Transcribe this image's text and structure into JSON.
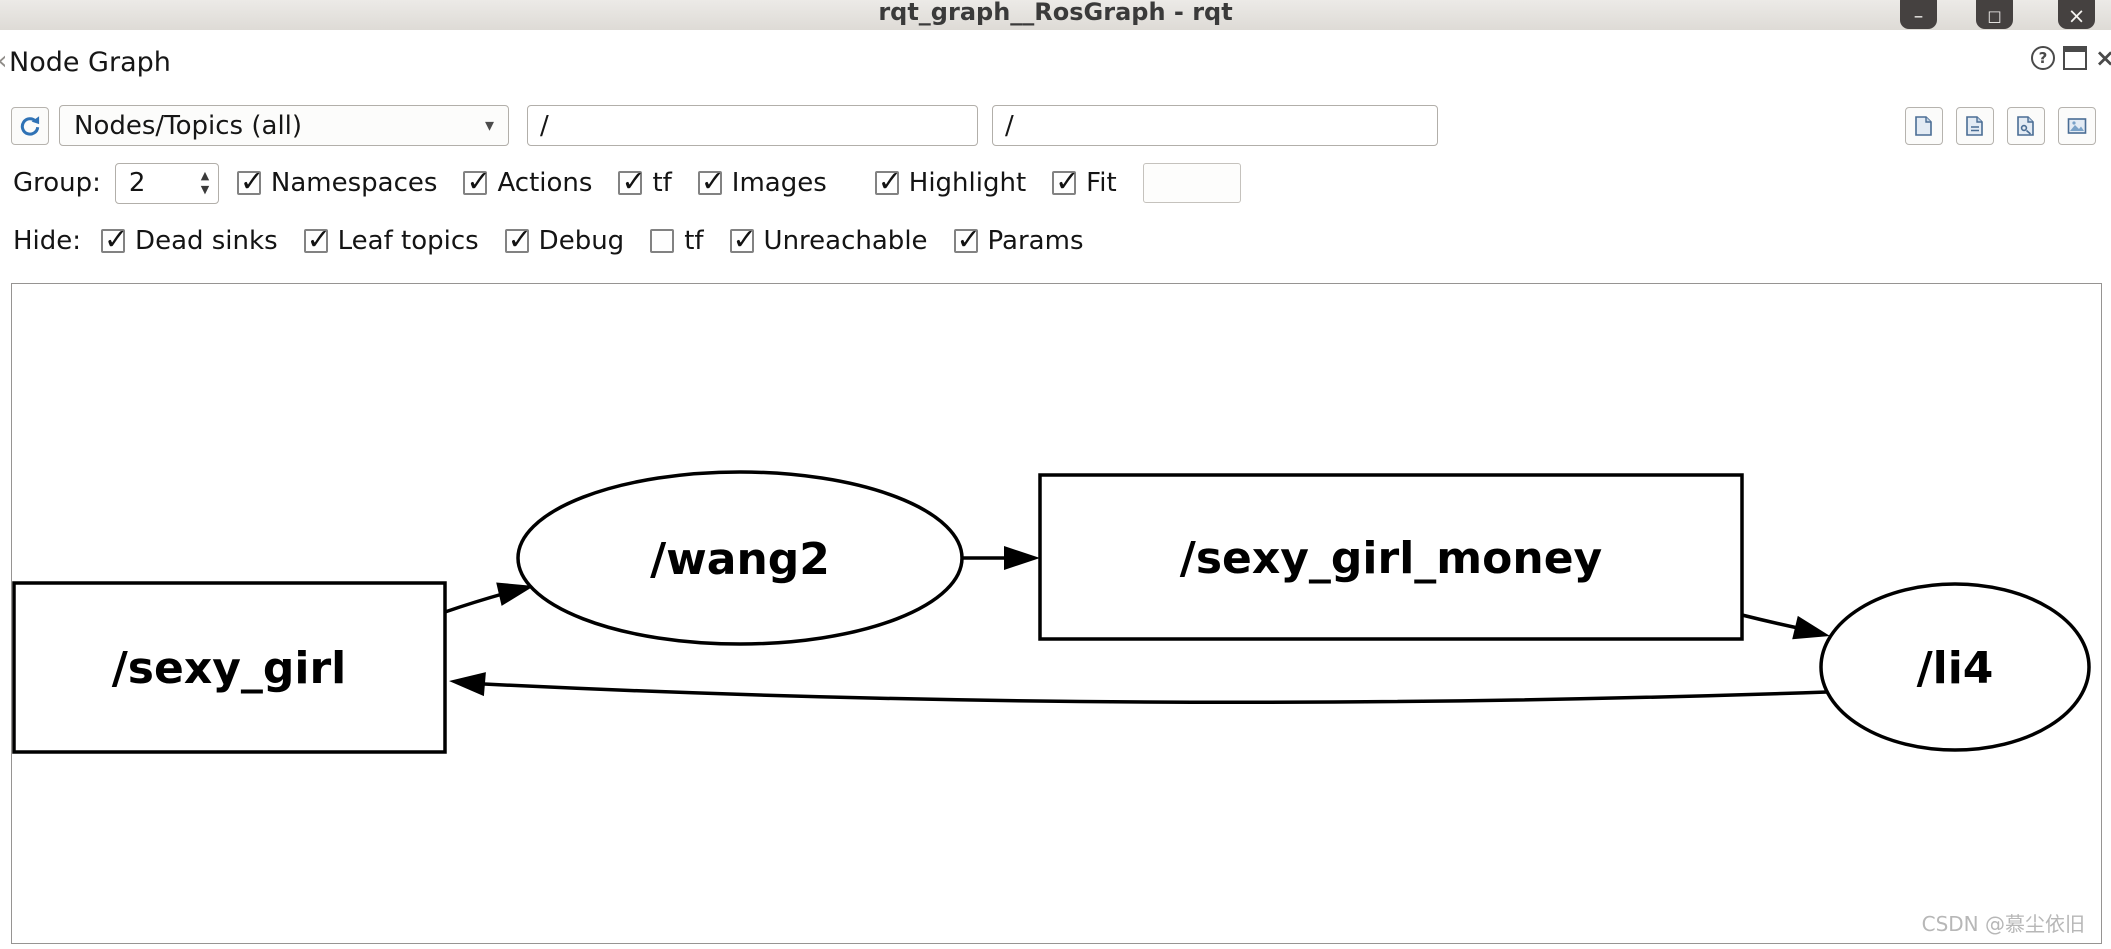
{
  "window": {
    "title": "rqt_graph__RosGraph - rqt"
  },
  "icons": {
    "minimize": "–",
    "maximize": "□",
    "close": "×",
    "help": "?",
    "dropdown_arrow": "▾",
    "spin_up": "▲",
    "spin_down": "▼",
    "check": "✓",
    "dock_handle": "‹"
  },
  "panel": {
    "title": "Node Graph"
  },
  "toolbar": {
    "graph_type_selected": "Nodes/Topics (all)",
    "node_filter_value": "/",
    "topic_filter_value": "/"
  },
  "group_row": {
    "label": "Group:",
    "group_count": "2",
    "checkboxes": [
      {
        "label": "Namespaces",
        "checked": true
      },
      {
        "label": "Actions",
        "checked": true
      },
      {
        "label": "tf",
        "checked": true
      },
      {
        "label": "Images",
        "checked": true
      },
      {
        "label": "Highlight",
        "checked": true
      },
      {
        "label": "Fit",
        "checked": true
      }
    ],
    "extra_field_value": ""
  },
  "hide_row": {
    "label": "Hide:",
    "checkboxes": [
      {
        "label": "Dead sinks",
        "checked": true
      },
      {
        "label": "Leaf topics",
        "checked": true
      },
      {
        "label": "Debug",
        "checked": true
      },
      {
        "label": "tf",
        "checked": false
      },
      {
        "label": "Unreachable",
        "checked": true
      },
      {
        "label": "Params",
        "checked": true
      }
    ]
  },
  "graph": {
    "nodes": [
      {
        "label": "/sexy_girl",
        "shape": "box"
      },
      {
        "label": "/wang2",
        "shape": "ellipse"
      },
      {
        "label": "/sexy_girl_money",
        "shape": "box"
      },
      {
        "label": "/li4",
        "shape": "ellipse"
      }
    ],
    "edges": [
      {
        "from": "/sexy_girl",
        "to": "/wang2"
      },
      {
        "from": "/wang2",
        "to": "/sexy_girl_money"
      },
      {
        "from": "/sexy_girl_money",
        "to": "/li4"
      },
      {
        "from": "/li4",
        "to": "/sexy_girl"
      }
    ]
  },
  "watermark": "CSDN @慕尘依旧"
}
